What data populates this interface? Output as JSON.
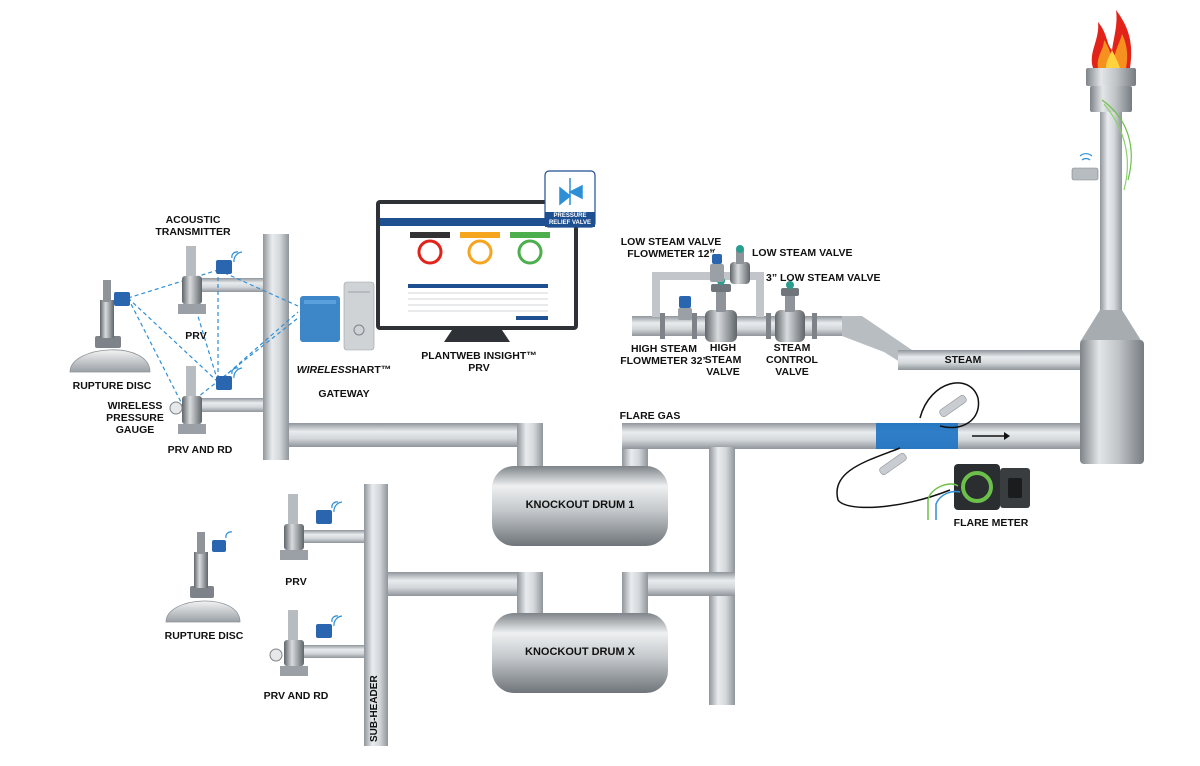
{
  "labels": {
    "acoustic_transmitter": "ACOUSTIC\nTRANSMITTER",
    "prv_top": "PRV",
    "rupture_disc_top": "RUPTURE DISC",
    "wireless_pressure_gauge": "WIRELESS\nPRESSURE\nGAUGE",
    "prv_and_rd_top": "PRV AND RD",
    "gateway_italic": "WIRELESS",
    "gateway_hart": "HART™",
    "gateway_line2": "GATEWAY",
    "plantweb_insight": "PLANTWEB INSIGHT™\nPRV",
    "pressure_relief_valve": "PRESSURE RELIEF\nVALVE",
    "low_steam_valve_flowmeter": "LOW STEAM VALVE\nFLOWMETER 12”",
    "low_steam_valve": "LOW STEAM VALVE",
    "low_steam_valve_3in": "3” LOW STEAM VALVE",
    "high_steam_flowmeter": "HIGH STEAM\nFLOWMETER 32”",
    "high_steam_valve": "HIGH\nSTEAM\nVALVE",
    "steam_control_valve": "STEAM\nCONTROL\nVALVE",
    "steam": "STEAM",
    "flare_gas": "FLARE GAS",
    "flare_meter": "FLARE METER",
    "knockout_drum_1": "KNOCKOUT DRUM 1",
    "knockout_drum_x": "KNOCKOUT DRUM X",
    "prv_bottom": "PRV",
    "rupture_disc_bottom": "RUPTURE DISC",
    "prv_and_rd_bottom": "PRV AND RD",
    "sub_header": "SUB-HEADER"
  },
  "colors": {
    "pipe": "#c9cdd1",
    "pipe_dark": "#8e9499",
    "transmitter_blue": "#2a66b0",
    "gateway_blue": "#3d86c8",
    "link_blue": "#2f8fd6",
    "flare_band": "#1f74c4",
    "meter_green": "#6cc04a",
    "flame_orange": "#f6901e",
    "flame_red": "#e2231a"
  },
  "icons": [
    "wifi-icon",
    "valve-icon",
    "transmitter-icon",
    "gauge-icon",
    "flame-icon",
    "arrow-right-icon",
    "monitor-icon",
    "gateway-icon"
  ]
}
